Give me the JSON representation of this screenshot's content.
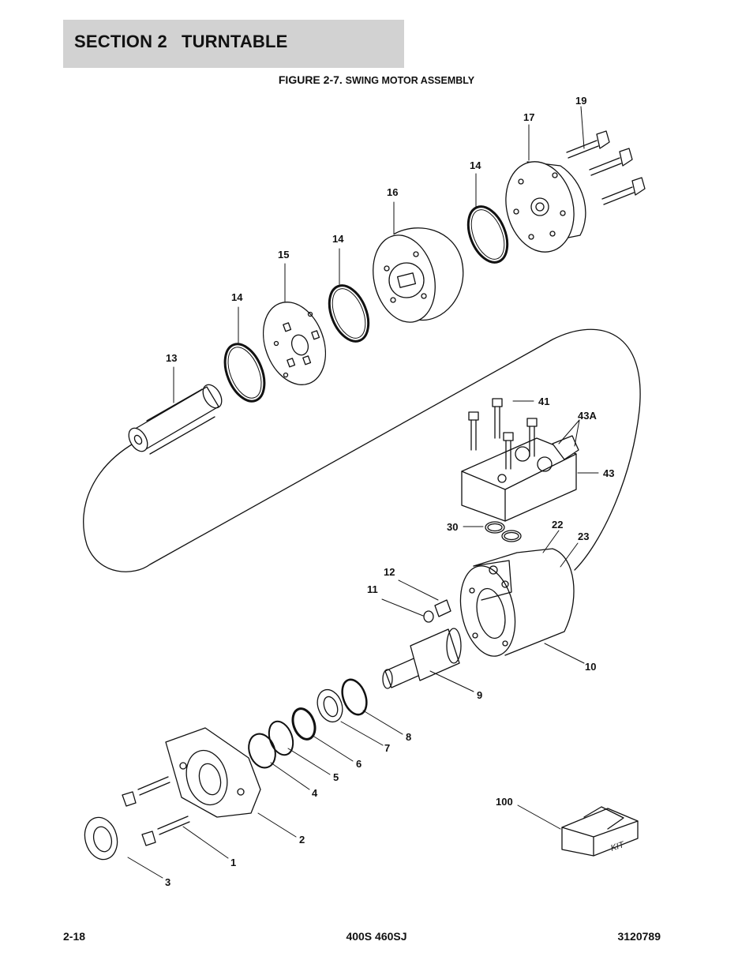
{
  "header": {
    "section_label": "SECTION 2",
    "section_name": "TURNTABLE"
  },
  "figure": {
    "number": "FIGURE 2-7.",
    "title": "SWING MOTOR ASSEMBLY"
  },
  "callouts": {
    "c1": "1",
    "c2": "2",
    "c3": "3",
    "c4": "4",
    "c5": "5",
    "c6": "6",
    "c7": "7",
    "c8": "8",
    "c9": "9",
    "c10": "10",
    "c11": "11",
    "c12": "12",
    "c13": "13",
    "c14a": "14",
    "c14b": "14",
    "c14c": "14",
    "c15": "15",
    "c16": "16",
    "c17": "17",
    "c19": "19",
    "c22": "22",
    "c23": "23",
    "c30": "30",
    "c41": "41",
    "c43": "43",
    "c43a": "43A",
    "c100": "100"
  },
  "kit_label": "KIT",
  "footer": {
    "page": "2-18",
    "model": "400S 460SJ",
    "doc_number": "3120789"
  }
}
